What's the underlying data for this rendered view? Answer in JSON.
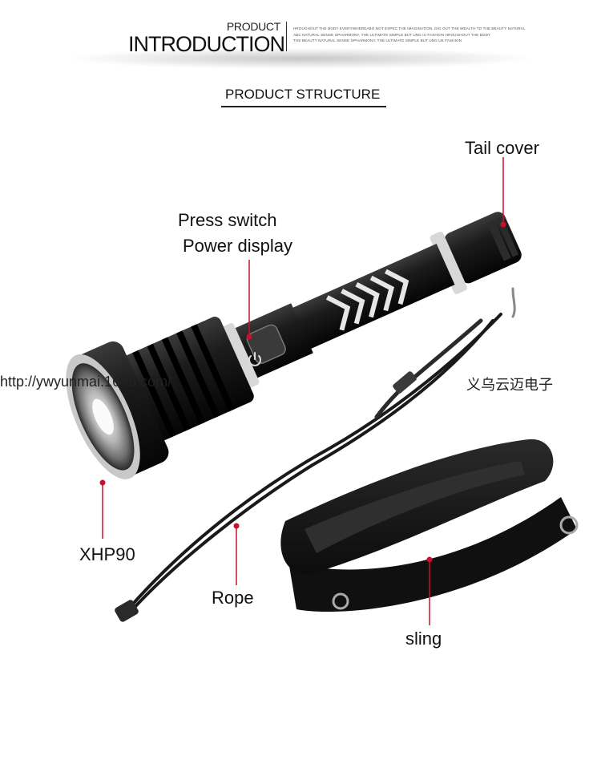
{
  "header": {
    "subtitle": "PRODUCT",
    "title": "INTRODUCTION",
    "tagline": [
      "HROUGHOUT THE BODY EVERYWHEREABO NOT EXPEC THE IMAGINATION, DIG OUT THE WEALTH TO THE BEAUTY NATURAL",
      "ABC NATURAL SENSE OPHARMONY, THE ULTIMATE SIMPLE BUT UNG IU FASHION HROUGHOUT THE BODY",
      "THE BEAUTY NATURAL SENSE OPHARMONY, THE ULTIMATE SIMPLE BUT UNG UE FASHION"
    ]
  },
  "section": {
    "title": "PRODUCT STRUCTURE"
  },
  "labels": {
    "tail_cover": "Tail cover",
    "press_switch": "Press switch",
    "power_display": "Power display",
    "xhp90": "XHP90",
    "rope": "Rope",
    "sling": "sling"
  },
  "watermarks": {
    "url": "http://ywyunmai.1688.com/",
    "company": "义乌云迈电子",
    "brand": "yunmai",
    "brand_cn": "云迈"
  },
  "colors": {
    "accent_red": "#c8102e",
    "body_black": "#141414",
    "ring_silver": "#d8d8d8"
  },
  "icons": [
    "flashlight-image",
    "power-icon",
    "rope-image",
    "sling-strap-image"
  ]
}
